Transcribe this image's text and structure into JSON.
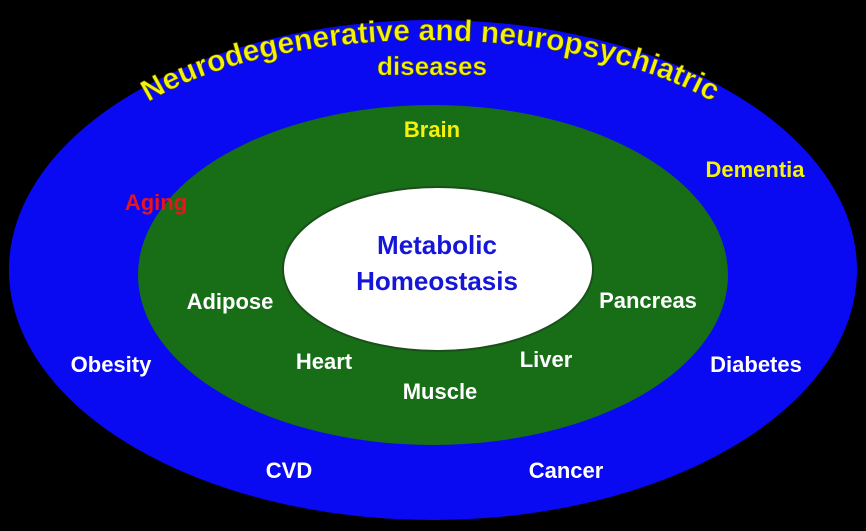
{
  "diagram": {
    "outer_ring": {
      "title_line1": "Neurodegenerative and neuropsychiatric",
      "title_line2": "diseases",
      "conditions": {
        "dementia": "Dementia",
        "aging": "Aging",
        "obesity": "Obesity",
        "diabetes": "Diabetes",
        "cvd": "CVD",
        "cancer": "Cancer"
      }
    },
    "middle_ring": {
      "organs": {
        "brain": "Brain",
        "adipose": "Adipose",
        "pancreas": "Pancreas",
        "heart": "Heart",
        "liver": "Liver",
        "muscle": "Muscle"
      }
    },
    "center": {
      "line1": "Metabolic",
      "line2": "Homeostasis"
    }
  },
  "colors": {
    "outer_fill": "#0A0AF2",
    "middle_fill": "#176E17",
    "center_fill": "#FFFFFF",
    "title_text": "#F4F10A",
    "organ_text": "#FFFFFF",
    "brain_text": "#F4F10A",
    "dementia_text": "#F4F10A",
    "aging_text": "#E8141E",
    "center_text": "#1616D8",
    "condition_text": "#FFFFFF"
  }
}
